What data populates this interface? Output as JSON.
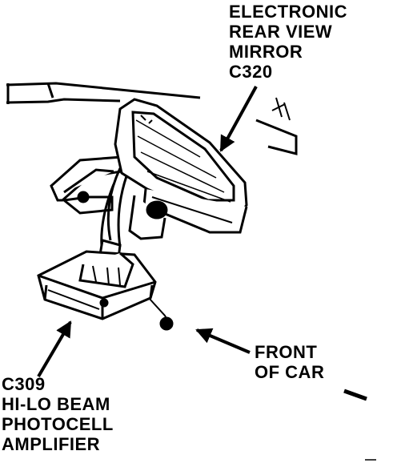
{
  "mirror_label": {
    "line1": "ELECTRONIC",
    "line2": "REAR VIEW",
    "line3": "MIRROR",
    "connector": "C320"
  },
  "amplifier_label": {
    "connector": "C309",
    "line1": "HI-LO BEAM",
    "line2": "PHOTOCELL",
    "line3": "AMPLIFIER"
  },
  "front_label": {
    "line1": "FRONT",
    "line2": "OF CAR"
  },
  "colors": {
    "ink": "#000000",
    "paper": "#ffffff"
  }
}
